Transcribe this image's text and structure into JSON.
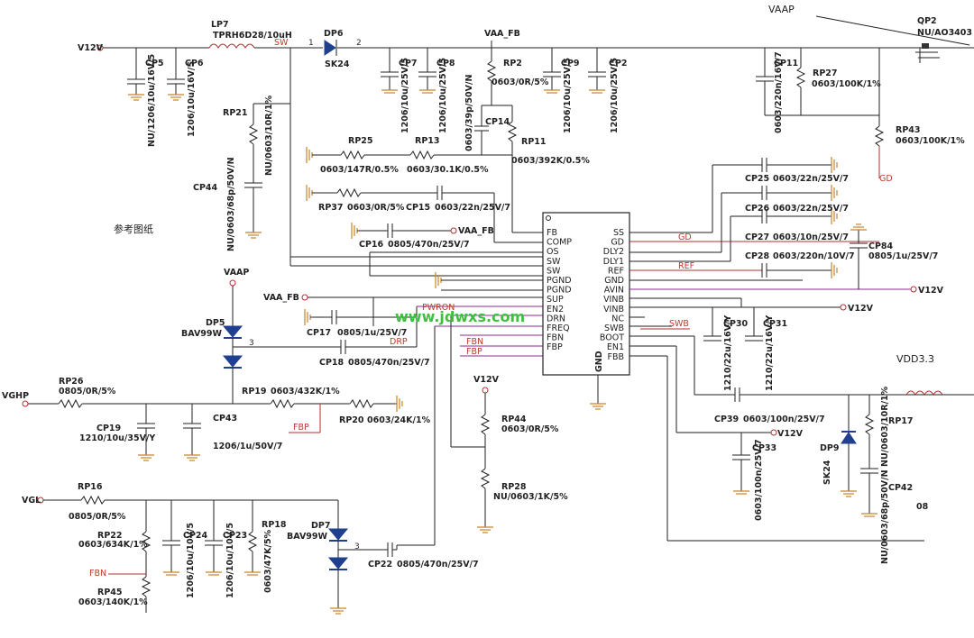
{
  "texts": {
    "vaap_top": "VAAP",
    "qp2": "QP2",
    "qp2_val": "NU/AO3403",
    "lp7": "LP7",
    "lp7_val": "TPRH6D28/10uH",
    "dp6": "DP6",
    "sk24_a": "SK24",
    "sw": "SW",
    "vaa_fb_top": "VAA_FB",
    "v12v_left": "V12V",
    "cp5": "CP5",
    "cp5_val": "NU/1206/10u/16V/5",
    "cp6": "CP6",
    "cp6_val": "1206/10u/16V/5",
    "cp7": "CP7",
    "cp7_val": "1206/10u/25V/5",
    "cp8": "CP8",
    "cp8_val": "1206/10u/25V/5",
    "rp2": "RP2",
    "rp2_val": "0603/0R/5%",
    "cp9": "CP9",
    "cp9_val": "1206/10u/25V/5",
    "cp2": "CP2",
    "cp2_val": "1206/10u/25V/5",
    "cp11": "CP11",
    "cp11_val": "0603/220n/16V/7",
    "rp27": "RP27",
    "rp27_val": "0603/100K/1%",
    "rp43": "RP43",
    "rp43_val": "0603/100K/1%",
    "gd_right": "GD",
    "rp21": "RP21",
    "rp21_val": "NU/0603/10R/1%",
    "cp14": "CP14",
    "cp14_val": "0603/39p/50V/N",
    "rp11": "RP11",
    "rp11_val": "0603/392K/0.5%",
    "rp25": "RP25",
    "rp25_val": "0603/147R/0.5%",
    "rp13": "RP13",
    "rp13_val": "0603/30.1K/0.5%",
    "cp44": "CP44",
    "cp44_val": "NU/0603/68p/50V/N",
    "rp37": "RP37",
    "rp37_val": "0603/0R/5%",
    "cp15": "CP15",
    "cp15_val": "0603/22n/25V/7",
    "ref_drawing": "参考图纸",
    "cp16": "CP16",
    "cp16_val": "0805/470n/25V/7",
    "vaa_fb_mid": "VAA_FB",
    "vaap_mid": "VAAP",
    "vaa_fb_left": "VAA_FB",
    "dp5": "DP5",
    "bav99w_a": "BAV99W",
    "cp17": "CP17",
    "cp17_val": "0805/1u/25V/7",
    "pwron": "PWRON",
    "drp": "DRP",
    "cp18": "CP18",
    "cp18_val": "0805/470n/25V/7",
    "fbn_mid": "FBN",
    "fbp_mid": "FBP",
    "watermark": "www.jdwxs.com",
    "vghp": "VGHP",
    "rp26": "RP26",
    "rp26_val": "0805/0R/5%",
    "cp19": "CP19",
    "cp19_val": "1210/10u/35V/Y",
    "cp43": "CP43",
    "cp43_val": "1206/1u/50V/7",
    "rp19": "RP19",
    "rp19_val": "0603/432K/1%",
    "fbp_low": "FBP",
    "rp20": "RP20",
    "rp20_val": "0603/24K/1%",
    "v12v_mid": "V12V",
    "rp44": "RP44",
    "rp44_val": "0603/0R/5%",
    "rp28": "RP28",
    "rp28_val": "NU/0603/1K/5%",
    "vgl": "VGL",
    "rp16": "RP16",
    "rp16_val": "0805/0R/5%",
    "rp22": "RP22",
    "rp22_val": "0603/634K/1%",
    "fbn_low": "FBN",
    "rp45": "RP45",
    "rp45_val": "0603/140K/1%",
    "cp24": "CP24",
    "cp24_val": "1206/10u/10V/5",
    "cp23": "CP23",
    "cp23_val": "1206/10u/10V/5",
    "rp18": "RP18",
    "rp18_val": "0603/47K/5%",
    "dp7": "DP7",
    "bav99w_b": "BAV99W",
    "cp22": "CP22",
    "cp22_val": "0805/470n/25V/7",
    "cp25": "CP25",
    "cp25_val": "0603/22n/25V/7",
    "cp26": "CP26",
    "cp26_val": "0603/22n/25V/7",
    "cp27": "CP27",
    "cp27_val": "0603/10n/25V/7",
    "cp28": "CP28",
    "cp28_val": "0603/220n/10V/7",
    "cp84": "CP84",
    "cp84_val": "0805/1u/25V/7",
    "gd_mid": "GD",
    "ref_mid": "REF",
    "v12v_r1": "V12V",
    "v12v_r2": "V12V",
    "v12v_r3": "V12V",
    "swb": "SWB",
    "cp30": "CP30",
    "cp30_val": "1210/22u/16V/Y",
    "cp31": "CP31",
    "cp31_val": "1210/22u/16V/Y",
    "vdd33": "VDD3.3",
    "cp39": "CP39",
    "cp39_val": "0603/100n/25V/7",
    "cp33": "CP33",
    "cp33_val": "0603/100n/25V/7",
    "dp9": "DP9",
    "sk24_b": "SK24",
    "rp17": "RP17",
    "rp17_val": "NU/0603/10R/1%",
    "cp42": "CP42",
    "cp42_val": "NU/0603/68p/50V/N",
    "cut_off": "08",
    "ic_gnd": "GND",
    "pin1": "1",
    "pin2": "2",
    "pin3": "3"
  },
  "ic": {
    "left_pins": [
      "FB",
      "COMP",
      "OS",
      "SW",
      "SW",
      "PGND",
      "PGND",
      "SUP",
      "EN2",
      "DRN",
      "FREQ",
      "FBN",
      "FBP"
    ],
    "right_pins": [
      "SS",
      "GD",
      "DLY2",
      "DLY1",
      "REF",
      "GND",
      "AVIN",
      "VINB",
      "VINB",
      "NC",
      "SWB",
      "BOOT",
      "EN1",
      "FBB"
    ]
  },
  "colors": {
    "wire": "#222222",
    "net_wire": "#8e2a8e",
    "net_label": "#c0392b",
    "ground": "#c9822a",
    "diode": "#1f3f8f",
    "watermark": "#3fbf3f"
  }
}
